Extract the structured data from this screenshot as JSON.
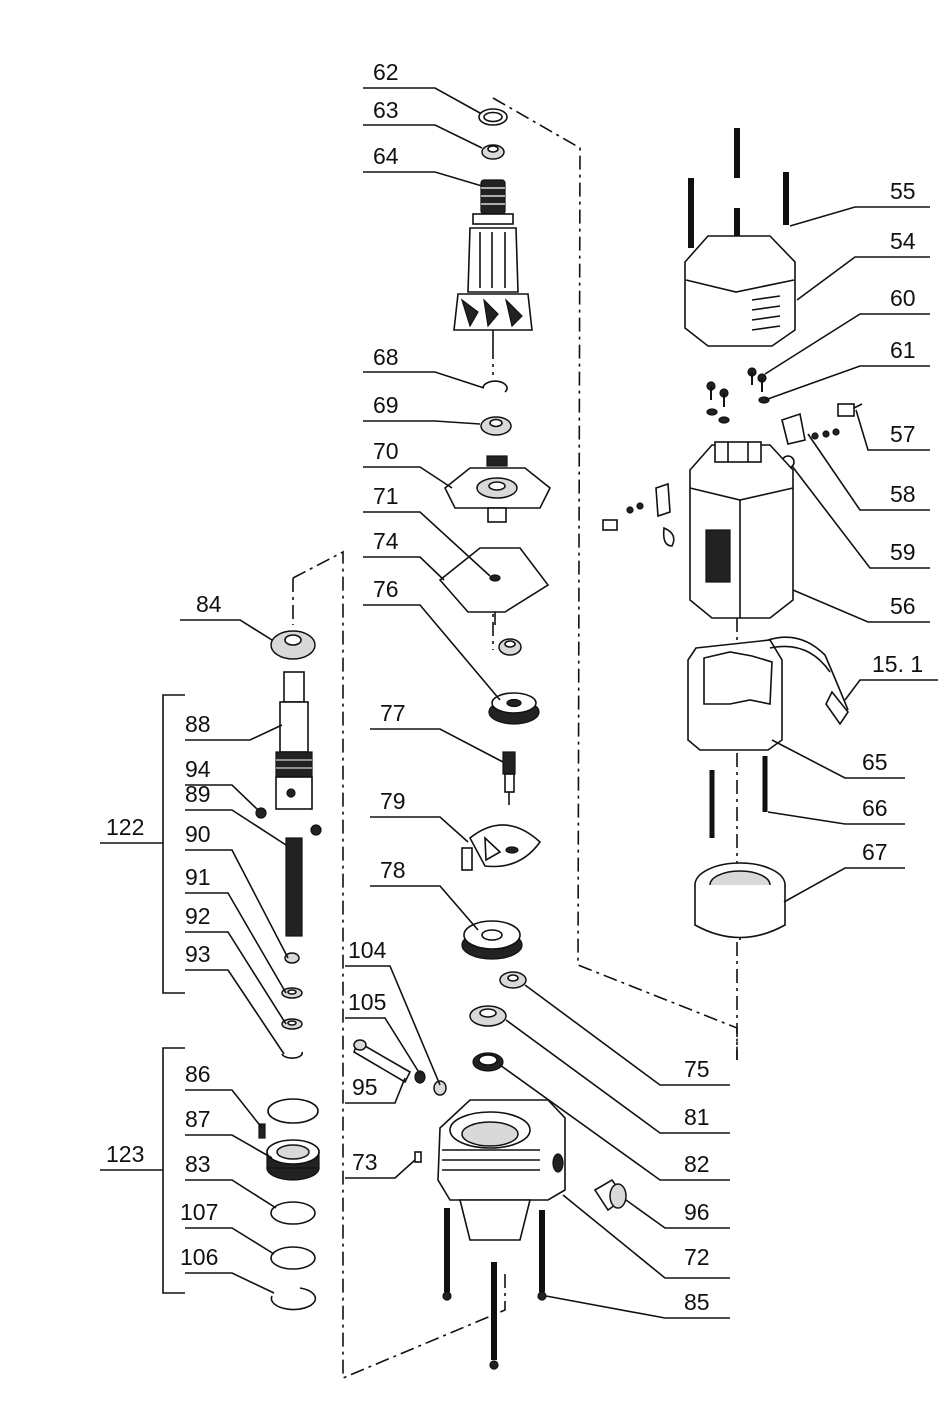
{
  "diagram": {
    "type": "exploded-parts-view",
    "callouts": {
      "p62": "62",
      "p63": "63",
      "p64": "64",
      "p68": "68",
      "p69": "69",
      "p70": "70",
      "p71": "71",
      "p74": "74",
      "p76": "76",
      "p77": "77",
      "p79": "79",
      "p78": "78",
      "p104": "104",
      "p105": "105",
      "p95": "95",
      "p73": "73",
      "p75": "75",
      "p81": "81",
      "p82": "82",
      "p96": "96",
      "p72": "72",
      "p85": "85",
      "p55": "55",
      "p54": "54",
      "p60": "60",
      "p61": "61",
      "p57": "57",
      "p58": "58",
      "p59": "59",
      "p56": "56",
      "p151": "15. 1",
      "p65": "65",
      "p66": "66",
      "p67": "67",
      "p84": "84",
      "p88": "88",
      "p94": "94",
      "p89": "89",
      "p90": "90",
      "p91": "91",
      "p92": "92",
      "p93": "93",
      "p86": "86",
      "p87": "87",
      "p83": "83",
      "p107": "107",
      "p106": "106"
    },
    "groups": {
      "g122": "122",
      "g123": "123"
    }
  }
}
